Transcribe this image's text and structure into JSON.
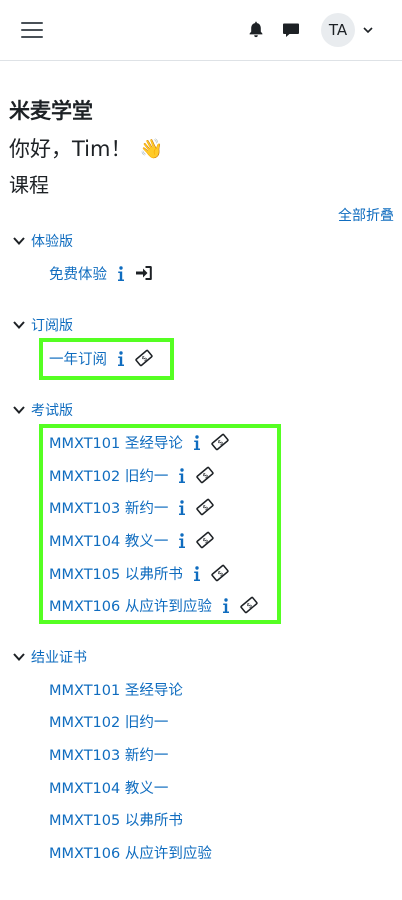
{
  "navbar": {
    "icons": [
      "menu-icon",
      "bell-icon",
      "chat-icon",
      "chevron-down-icon"
    ],
    "avatar_initials": "TA"
  },
  "site_name": "米麦学堂",
  "greeting": "你好，Tim！",
  "greeting_emoji": "👋",
  "courses_heading": "课程",
  "collapse_all": "全部折叠",
  "sections": [
    {
      "title": "体验版",
      "items": [
        {
          "label": "免费体验",
          "action_icon": "enter-icon"
        }
      ]
    },
    {
      "title": "订阅版",
      "items": [
        {
          "label": "一年订阅",
          "action_icon": "payment-icon"
        }
      ]
    },
    {
      "title": "考试版",
      "items": [
        {
          "label": "MMXT101 圣经导论",
          "action_icon": "payment-icon"
        },
        {
          "label": "MMXT102 旧约一",
          "action_icon": "payment-icon"
        },
        {
          "label": "MMXT103 新约一",
          "action_icon": "payment-icon"
        },
        {
          "label": "MMXT104 教义一",
          "action_icon": "payment-icon"
        },
        {
          "label": "MMXT105 以弗所书",
          "action_icon": "payment-icon"
        },
        {
          "label": "MMXT106 从应许到应验",
          "action_icon": "payment-icon"
        }
      ]
    },
    {
      "title": "结业证书",
      "items": [
        {
          "label": "MMXT101 圣经导论"
        },
        {
          "label": "MMXT102 旧约一"
        },
        {
          "label": "MMXT103 新约一"
        },
        {
          "label": "MMXT104 教义一"
        },
        {
          "label": "MMXT105 以弗所书"
        },
        {
          "label": "MMXT106 从应许到应验"
        }
      ]
    }
  ],
  "colors": {
    "link": "#0f6cbf",
    "highlight": "#55ff22",
    "text": "#1d2125"
  }
}
